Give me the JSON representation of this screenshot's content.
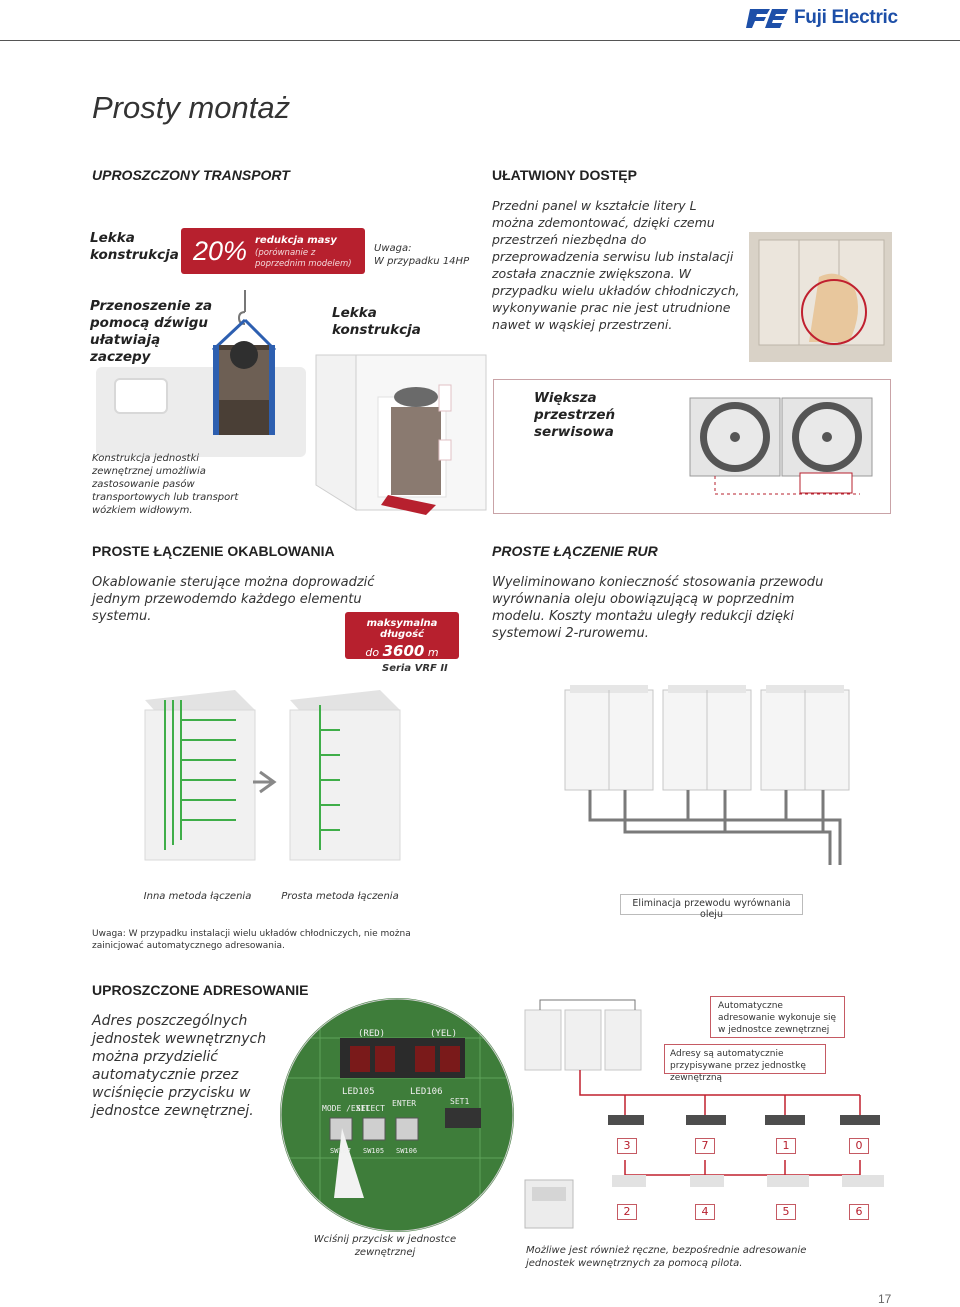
{
  "brand": {
    "name": "Fuji Electric"
  },
  "page": {
    "title": "Prosty montaż",
    "number": "17"
  },
  "transport": {
    "heading": "UPROSZCZONY TRANSPORT",
    "light_label": "Lekka konstrukcja",
    "percent": "20%",
    "reduction_title": "redukcja masy",
    "reduction_note": "(porównanie z poprzednim modelem)",
    "note_label": "Uwaga:",
    "note_text": "W przypadku 14HP",
    "crane_label": "Przenoszenie za pomocą dźwigu ułatwiają zaczepy",
    "light_label_2": "Lekka konstrukcja",
    "belt_caption": "Konstrukcja jednostki zewnętrznej umożliwia zastosowanie pasów transportowych lub transport wózkiem widłowym."
  },
  "access": {
    "heading": "UŁATWIONY DOSTĘP",
    "text": "Przedni panel w kształcie litery L można zdemontować, dzięki czemu przestrzeń niezbędna do przeprowadzenia serwisu lub instalacji została znacznie zwiększona. W przypadku wielu układów chłodniczych, wykonywanie prac nie jest utrudnione nawet w wąskiej przestrzeni.",
    "service_label": "Większa przestrzeń serwisowa"
  },
  "wiring": {
    "heading": "PROSTE ŁĄCZENIE OKABLOWANIA",
    "text": "Okablowanie sterujące można doprowadzić jednym przewodemdo każdego elementu systemu.",
    "max_length_label": "maksymalna długość",
    "max_length_prefix": "do",
    "max_length_value": "3600",
    "max_length_unit": "m",
    "series": "Seria VRF II",
    "caption_other": "Inna metoda łączenia",
    "caption_simple": "Prosta metoda łączenia",
    "note": "Uwaga: W przypadku instalacji wielu układów chłodniczych, nie można zainicjować automatycznego adresowania."
  },
  "rur": {
    "heading": "PROSTE ŁĄCZENIE RUR",
    "text": "Wyeliminowano konieczność stosowania przewodu wyrównania oleju obowiązującą w poprzednim modelu. Koszty montażu uległy redukcji dzięki systemowi 2-rurowemu.",
    "caption": "Eliminacja przewodu wyrównania oleju"
  },
  "addressing": {
    "heading": "UPROSZCZONE ADRESOWANIE",
    "text": "Adres poszczególnych jednostek wewnętrznych można przydzielić automatycznie przez wciśnięcie przycisku w jednostce zewnętrznej.",
    "auto_label": "Automatyczne adresowanie wykonuje się w jednostce zewnętrznej",
    "assigned_label": "Adresy są automatycznie przypisywane przez jednostkę zewnętrzną",
    "press_caption": "Wciśnij przycisk w jednostce zewnętrznej",
    "manual_caption": "Możliwe jest również ręczne, bezpośrednie adresowanie jednostek wewnętrznych za pomocą pilota.",
    "addr_top": [
      "3",
      "7",
      "1",
      "0"
    ],
    "addr_bottom": [
      "2",
      "4",
      "5",
      "6"
    ],
    "board_labels": {
      "led1": "LED105",
      "led2": "LED106",
      "mode": "MODE /EXIT",
      "select": "SELECT",
      "enter": "ENTER",
      "set1": "SET1",
      "sw1": "SW107",
      "sw2": "SW105",
      "sw3": "SW106",
      "red": "(RED)",
      "yel": "(YEL)"
    }
  },
  "colors": {
    "accent": "#b7202e",
    "brand_blue": "#1d4fa8",
    "wire_green": "#3fae49"
  }
}
